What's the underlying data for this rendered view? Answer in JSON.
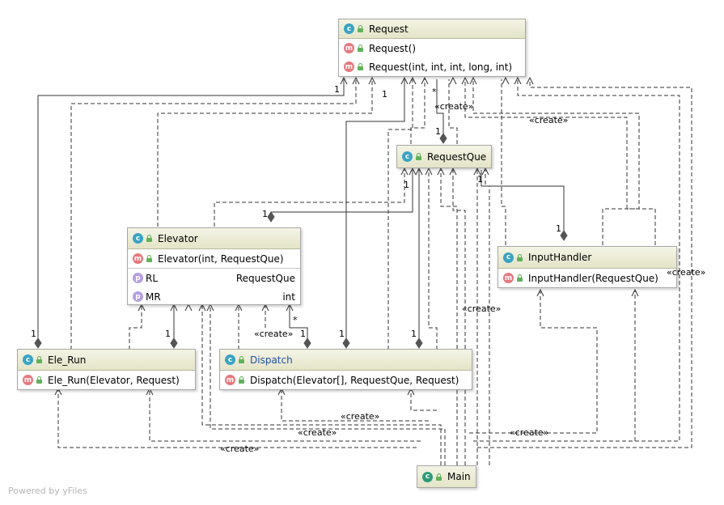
{
  "nodes": {
    "request": {
      "title": "Request",
      "badge": "c",
      "members": [
        {
          "badge": "m",
          "text": "Request()"
        },
        {
          "badge": "m",
          "text": "Request(int, int, int, long, int)"
        }
      ]
    },
    "requestque": {
      "title": "RequestQue",
      "badge": "c"
    },
    "elevator": {
      "title": "Elevator",
      "badge": "c",
      "methods": [
        {
          "badge": "m",
          "text": "Elevator(int, RequestQue)"
        }
      ],
      "fields": [
        {
          "badge": "p",
          "name": "RL",
          "type": "RequestQue"
        },
        {
          "badge": "p",
          "name": "MR",
          "type": "int"
        }
      ]
    },
    "inputhandler": {
      "title": "InputHandler",
      "badge": "c",
      "methods": [
        {
          "badge": "m",
          "text": "InputHandler(RequestQue)"
        }
      ]
    },
    "ele_run": {
      "title": "Ele_Run",
      "badge": "c",
      "methods": [
        {
          "badge": "m",
          "text": "Ele_Run(Elevator, Request)"
        }
      ]
    },
    "dispatch": {
      "title": "Dispatch",
      "badge": "c",
      "methods": [
        {
          "badge": "m",
          "text": "Dispatch(Elevator[], RequestQue, Request)"
        }
      ]
    },
    "main": {
      "title": "Main",
      "badge": "c"
    }
  },
  "edge_labels": {
    "create": "«create»",
    "one": "1",
    "many": "*"
  },
  "watermark": "Powered by yFiles",
  "colors": {
    "header_bg": "#e4e4c8",
    "class_badge": "#3aa3c4",
    "method_badge": "#e5797c",
    "field_badge": "#b49ee0",
    "main_badge": "#2d9b7a",
    "visibility_public": "#61b15a",
    "dispatch_title": "#1f4fa6"
  }
}
